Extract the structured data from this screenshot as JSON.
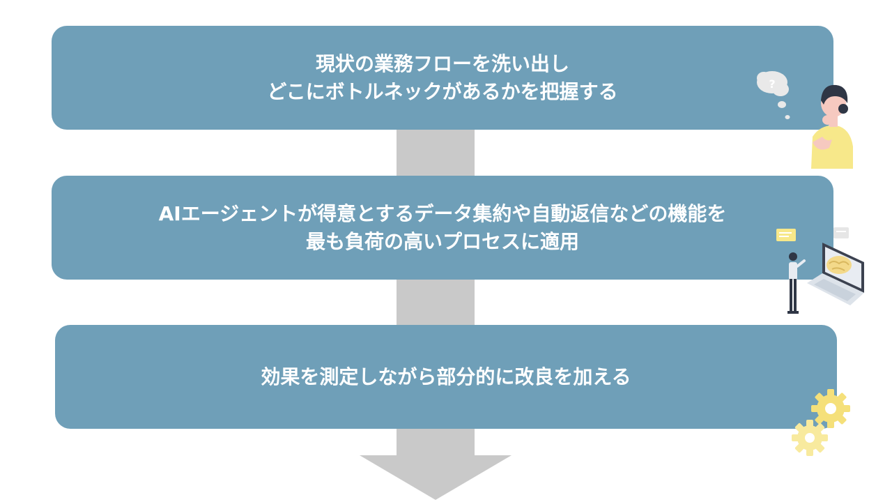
{
  "steps": [
    {
      "lines": [
        "現状の業務フローを洗い出し",
        "どこにボトルネックがあるかを把握する"
      ]
    },
    {
      "lines": [
        "AIエージェントが得意とするデータ集約や自動返信などの機能を",
        "最も負荷の高いプロセスに適用"
      ]
    },
    {
      "lines": [
        "効果を測定しながら部分的に改良を加える"
      ]
    }
  ],
  "illustrations": {
    "thinker_bubble_mark": "?",
    "thinker_icon": "thinking-person-icon",
    "ai_icon": "ai-laptop-person-icon",
    "gears_icon": "gears-icon"
  },
  "colors": {
    "box_fill": "#6f9fb8",
    "box_text": "#ffffff",
    "arrow": "#c9c9c9",
    "accent_yellow": "#f7e88a"
  }
}
